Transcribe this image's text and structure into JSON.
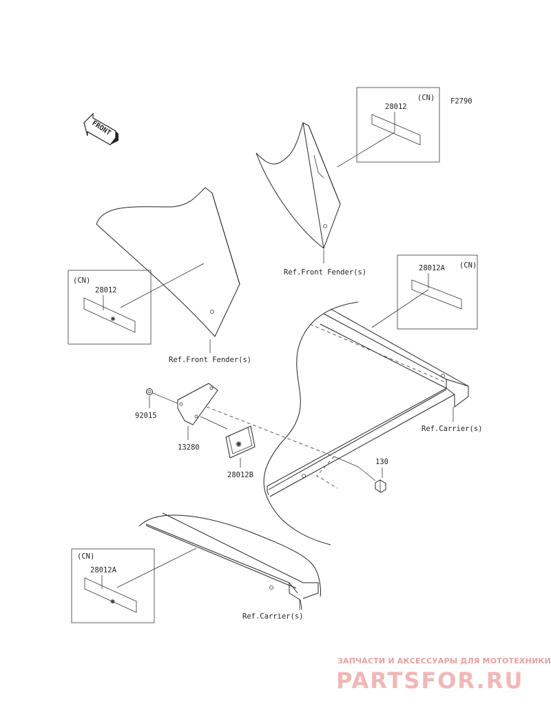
{
  "diagram": {
    "figure_code": "F2790",
    "front_arrow_text": "FRONT",
    "labels": {
      "cn_1": "(CN)",
      "part_28012_top": "28012",
      "ref_front_fender_upper": "Ref.Front Fender(s)",
      "cn_2": "(CN)",
      "part_28012_left": "28012",
      "ref_front_fender_lower": "Ref.Front Fender(s)",
      "cn_3": "(CN)",
      "part_28012A_right": "28012A",
      "ref_carrier_right": "Ref.Carrier(s)",
      "part_92015": "92015",
      "part_13280": "13280",
      "part_28012B": "28012B",
      "part_130": "130",
      "cn_4": "(CN)",
      "part_28012A_bottom": "28012A",
      "ref_carrier_bottom": "Ref.Carrier(s)"
    }
  },
  "watermark": {
    "tagline": "ЗАПЧАСТИ И АКСЕССУАРЫ ДЛЯ МОТОТЕХНИКИ",
    "brand": "PARTSFOR.RU"
  }
}
